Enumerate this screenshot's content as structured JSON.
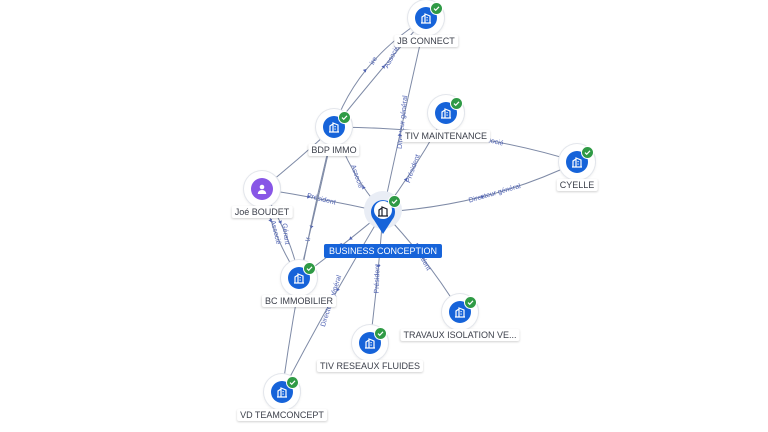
{
  "nodes": [
    {
      "id": "business-conception",
      "label": "BUSINESS CONCEPTION",
      "kind": "company",
      "verified": true,
      "focus": true
    },
    {
      "id": "jb-connect",
      "label": "JB CONNECT",
      "kind": "company",
      "verified": true
    },
    {
      "id": "bdp-immo",
      "label": "BDP IMMO",
      "kind": "company",
      "verified": true
    },
    {
      "id": "tiv-maintenance",
      "label": "TIV MAINTENANCE",
      "kind": "company",
      "verified": true
    },
    {
      "id": "cyelle",
      "label": "CYELLE",
      "kind": "company",
      "verified": true
    },
    {
      "id": "joe-boudet",
      "label": "Joé BOUDET",
      "kind": "person",
      "verified": false
    },
    {
      "id": "bc-immobilier",
      "label": "BC IMMOBILIER",
      "kind": "company",
      "verified": true
    },
    {
      "id": "travaux-isolation",
      "label": "TRAVAUX ISOLATION VE...",
      "kind": "company",
      "verified": true
    },
    {
      "id": "tiv-reseaux-fluides",
      "label": "TIV RESEAUX FLUIDES",
      "kind": "company",
      "verified": true
    },
    {
      "id": "vd-teamconcept",
      "label": "VD TEAMCONCEPT",
      "kind": "company",
      "verified": true
    }
  ],
  "edges": [
    {
      "id": "e1",
      "from": "bdp-immo",
      "to": "jb-connect",
      "label": "Associé"
    },
    {
      "id": "e2",
      "from": "bdp-immo",
      "to": "jb-connect",
      "label": "ire"
    },
    {
      "id": "e3",
      "from": "business-conception",
      "to": "jb-connect",
      "label": "Directeur général"
    },
    {
      "id": "e4",
      "from": "business-conception",
      "to": "bdp-immo",
      "label": "Associé"
    },
    {
      "id": "e5",
      "from": "business-conception",
      "to": "tiv-maintenance",
      "label": "Président"
    },
    {
      "id": "e6",
      "from": "bdp-immo",
      "to": "cyelle",
      "label": "Associé"
    },
    {
      "id": "e7",
      "from": "business-conception",
      "to": "cyelle",
      "label": "Directeur général"
    },
    {
      "id": "e8",
      "from": "joe-boudet",
      "to": "business-conception",
      "label": "Président"
    },
    {
      "id": "e9",
      "from": "joe-boudet",
      "to": "bc-immobilier",
      "label": "Gérant"
    },
    {
      "id": "e10",
      "from": "joe-boudet",
      "to": "bc-immobilier",
      "label": "Associé"
    },
    {
      "id": "e11",
      "from": "bdp-immo",
      "to": "bc-immobilier",
      "label": "Ir"
    },
    {
      "id": "e12",
      "from": "business-conception",
      "to": "bc-immobilier",
      "label": "ire"
    },
    {
      "id": "e13",
      "from": "business-conception",
      "to": "travaux-isolation",
      "label": "Président"
    },
    {
      "id": "e14",
      "from": "business-conception",
      "to": "tiv-reseaux-fluides",
      "label": "Président"
    },
    {
      "id": "e15",
      "from": "business-conception",
      "to": "vd-teamconcept",
      "label": "Directeur général"
    },
    {
      "id": "e16",
      "from": "bdp-immo",
      "to": "vd-teamconcept",
      "label": ""
    },
    {
      "id": "e17",
      "from": "joe-boudet",
      "to": "bdp-immo",
      "label": ""
    }
  ],
  "colors": {
    "company": "#1663d9",
    "person": "#8856e6",
    "verified": "#2f9a45",
    "edge": "#7e8aa6",
    "edge_label": "#4f62b3"
  },
  "icons": {
    "company": "building-icon",
    "person": "person-icon",
    "verified": "check-icon",
    "focus": "map-pin-icon"
  }
}
